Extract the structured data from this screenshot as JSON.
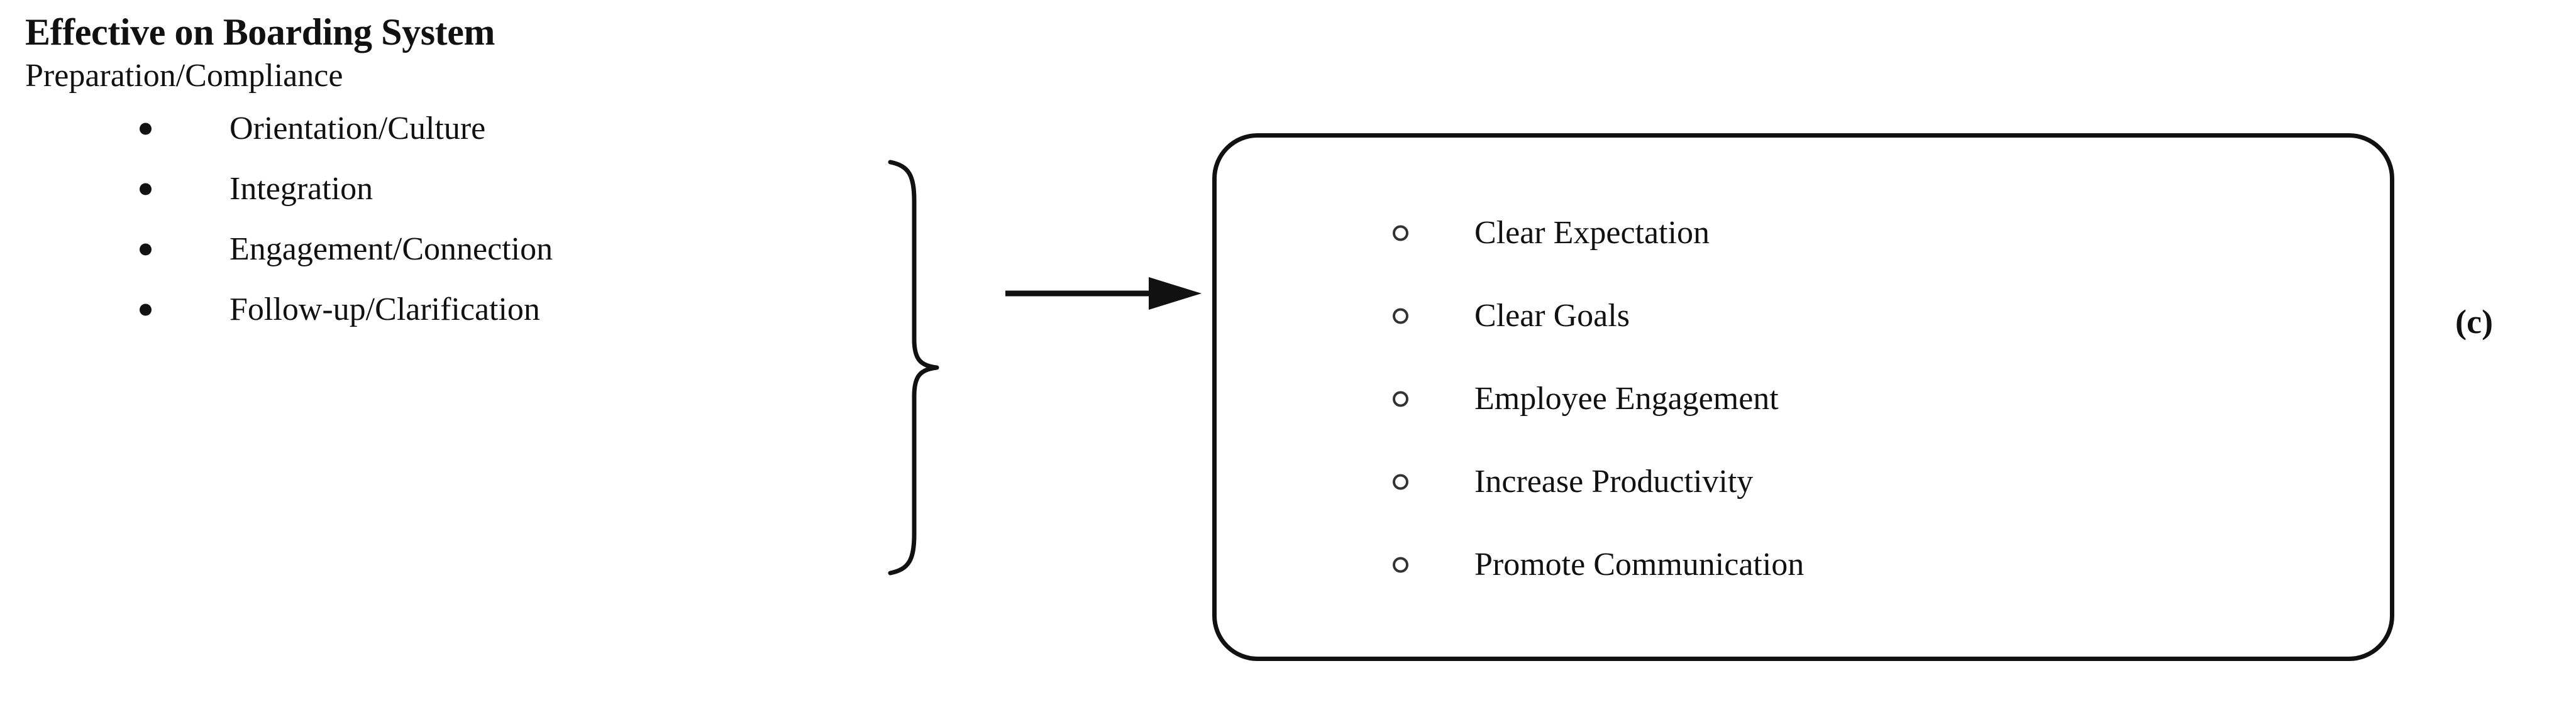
{
  "figure": {
    "label": "(c)",
    "title": "Effective on Boarding System",
    "subtitle": "Preparation/Compliance",
    "input_items": [
      "Orientation/Culture",
      "Integration",
      "Engagement/Connection",
      "Follow-up/Clarification"
    ],
    "outcome_items": [
      "Clear Expectation",
      "Clear Goals",
      "Employee Engagement",
      "Increase Productivity",
      "Promote Communication"
    ],
    "connector": {
      "brace": "right-curly-brace",
      "arrow": "right-arrow"
    },
    "colors": {
      "ink": "#111111",
      "background": "#ffffff",
      "bullet": "#111111",
      "circle_bullet": "#333333"
    }
  }
}
